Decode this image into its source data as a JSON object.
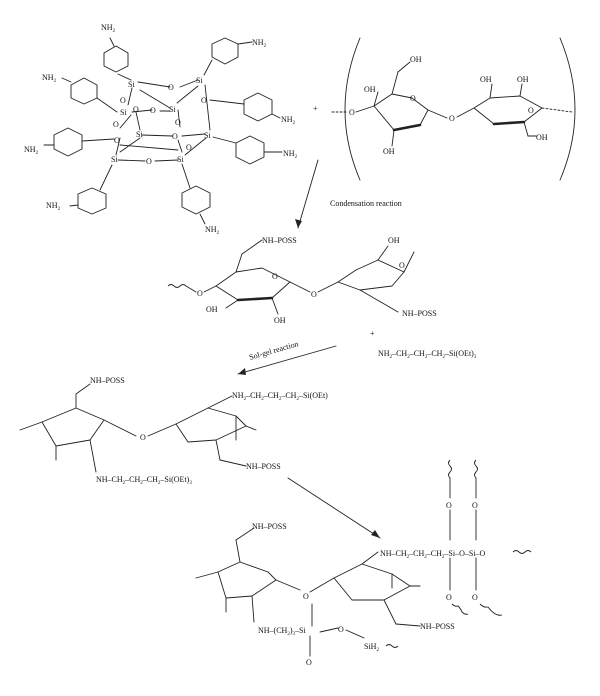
{
  "labels": {
    "si": "Si",
    "o": "O",
    "nh2": "NH",
    "nh2_sub": "2",
    "oh": "OH",
    "plus": "+",
    "condensation": "Condensation reaction",
    "solgel": "Sol-gel reaction",
    "nh_poss": "NH–POSS",
    "silane": "NH",
    "silane_sub": "2",
    "silane_rest": "–CH",
    "ch2": "CH",
    "sub2": "2",
    "sub3": "3",
    "dash": "–",
    "sioet3": "–Si(OEt)",
    "sioet": "–Si(OEt)",
    "nh": "NH",
    "nh_ch2": "NH–CH",
    "nh_ch2_3": "NH–(CH",
    "close_si": ")",
    "si_dash": "–Si",
    "sih2": "SiH",
    "o_si_o": "O–Si–O",
    "si_o_si_o": "–Si–O–Si–O",
    "mid_si": "–Si",
    "oh_line": "–O–"
  }
}
